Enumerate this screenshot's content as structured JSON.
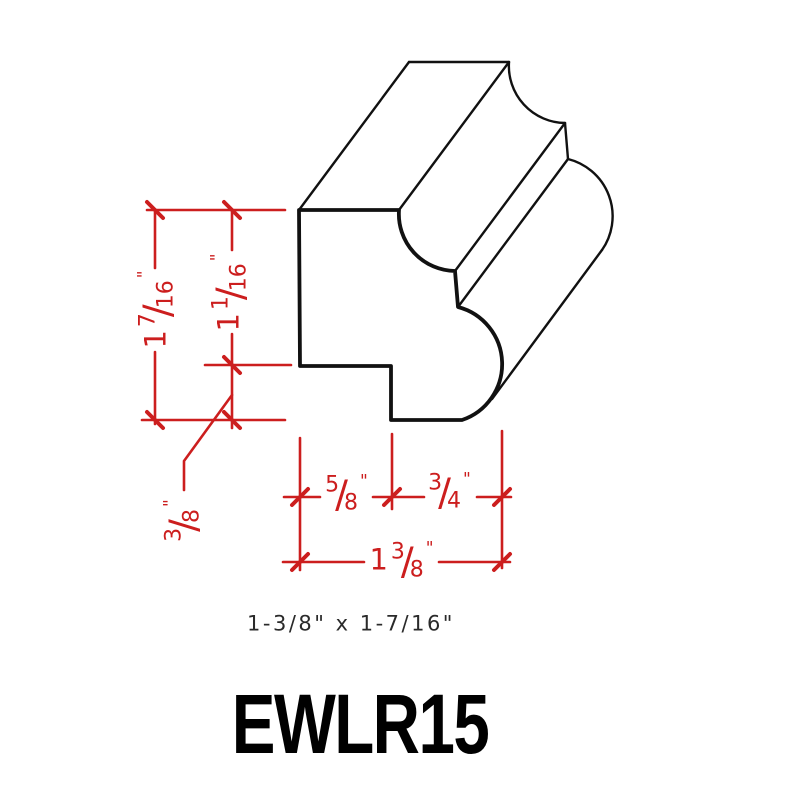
{
  "drawing": {
    "title": "EWLR15",
    "caption": "1-3/8\" x 1-7/16\"",
    "dimensions": {
      "height_overall": {
        "whole": "1",
        "num": "7",
        "den": "16",
        "unit": "\"",
        "label": "1 7/16\""
      },
      "height_upper": {
        "whole": "1",
        "num": "1",
        "den": "16",
        "unit": "\"",
        "label": "1 1/16\""
      },
      "notch_height": {
        "whole": "",
        "num": "3",
        "den": "8",
        "unit": "\"",
        "label": "3/8\""
      },
      "width_left": {
        "whole": "",
        "num": "5",
        "den": "8",
        "unit": "\"",
        "label": "5/8\""
      },
      "width_right": {
        "whole": "",
        "num": "3",
        "den": "4",
        "unit": "\"",
        "label": "3/4\""
      },
      "width_overall": {
        "whole": "1",
        "num": "3",
        "den": "8",
        "unit": "\"",
        "label": "1 3/8\""
      }
    },
    "colors": {
      "dimension_red": "#cc1e1e",
      "line_black": "#111111",
      "caption_black": "#2a2a2a",
      "title_black": "#000000",
      "background": "#ffffff"
    }
  }
}
